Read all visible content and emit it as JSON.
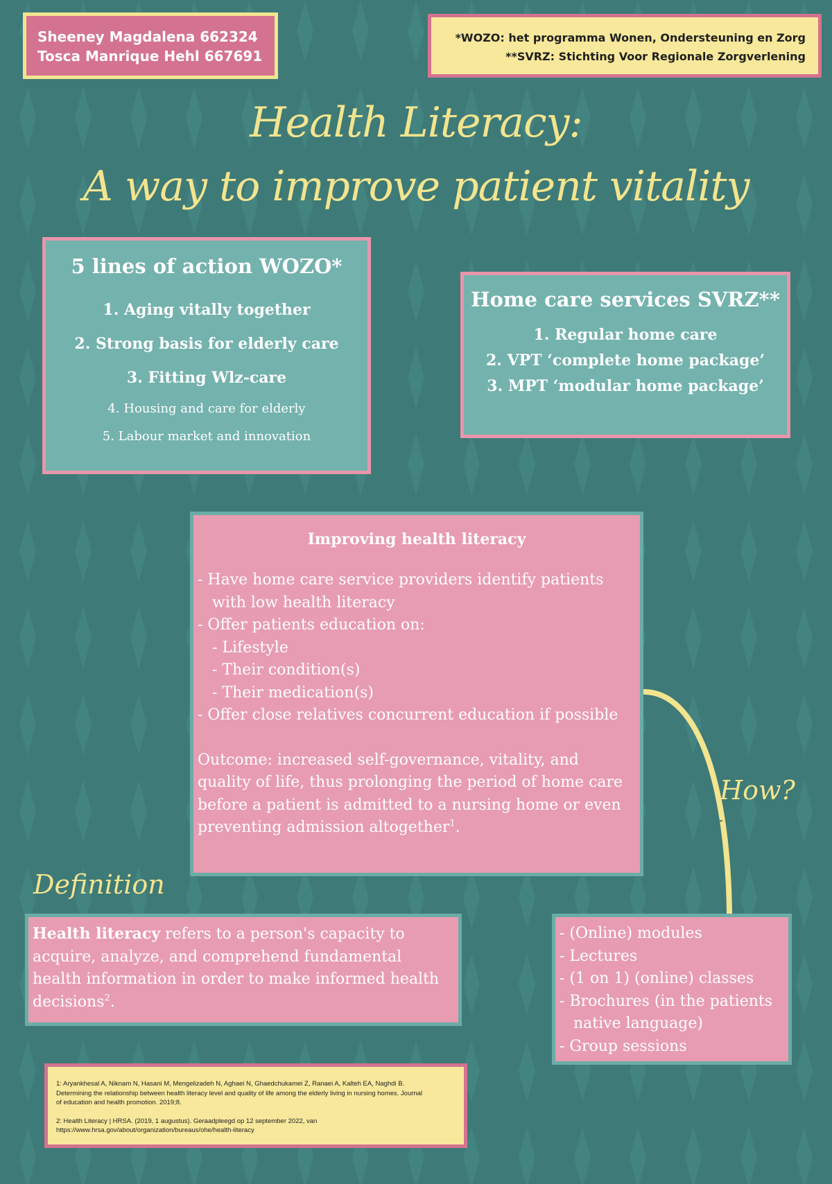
{
  "authors": [
    "Sheeney Magdalena 662324",
    "Tosca Manrique Hehl 667691"
  ],
  "abbreviations": [
    "*WOZO: het programma Wonen, Ondersteuning en Zorg",
    "**SVRZ: Stichting Voor Regionale Zorgverlening"
  ],
  "title": {
    "line1": "Health Literacy:",
    "line2": "A way to improve patient vitality"
  },
  "wozo": {
    "heading": "5 lines of action WOZO*",
    "items": [
      "1. Aging vitally together",
      "2. Strong basis for elderly care",
      "3. Fitting  Wlz-care",
      "4. Housing  and care for elderly",
      "5. Labour market and innovation"
    ]
  },
  "svrz": {
    "heading": "Home care services SVRZ**",
    "items": [
      "1. Regular home care",
      "2. VPT ‘complete home package’",
      "3. MPT ‘modular home package’"
    ]
  },
  "improve": {
    "heading": "Improving health literacy",
    "bullet1_a": "-  Have home care service providers identify patients",
    "bullet1_b": "with low health literacy",
    "bullet2": "-  Offer patients education on:",
    "sub1": "-  Lifestyle",
    "sub2": "-  Their condition(s)",
    "sub3": "-  Their medication(s)",
    "bullet3": "-  Offer close relatives concurrent education if possible",
    "outcome_1": "Outcome: increased self-governance, vitality, and",
    "outcome_2": "quality of life, thus prolonging the period of home care",
    "outcome_3": "before a patient is admitted to a nursing home or even",
    "outcome_4": "preventing admission altogether",
    "outcome_ref": "1",
    "outcome_end": "."
  },
  "how_label": "How?",
  "definition_label": "Definition",
  "definition": {
    "term": "Health literacy",
    "line1": " refers to a person's capacity to",
    "line2": "acquire, analyze, and comprehend fundamental",
    "line3": "health information in order to make informed health",
    "line4": "decisions",
    "ref": "2",
    "end": "."
  },
  "modules": {
    "l1": "-  (Online) modules",
    "l2": "-  Lectures",
    "l3": "-  (1 on 1) (online) classes",
    "l4a": "-  Brochures (in the patients",
    "l4b": "native language)",
    "l5": "-  Group sessions"
  },
  "references": {
    "r1_l1": "1: Aryankhesal A, Niknam N, Hasani M, Mengelizadeh N, Aghaei N, Ghaedchukamei Z, Ranaei A, Kalteh EA, Naghdi B.",
    "r1_l2": "Determining the relationship between health literacy level and quality of life among the elderly living in nursing homes. Journal",
    "r1_l3": "of education and health promotion. 2019;8.",
    "r2_l1": "2: Health Literacy | HRSA. (2019, 1 augustus). Geraadpleegd op 12 september 2022, van",
    "r2_l2": "https://www.hrsa.gov/about/organization/bureaus/ohe/health-literacy"
  },
  "colors": {
    "background": "#3e7a77",
    "pink": "#e79cb1",
    "teal_box": "#74b2ad",
    "yellow": "#f3e48f"
  }
}
